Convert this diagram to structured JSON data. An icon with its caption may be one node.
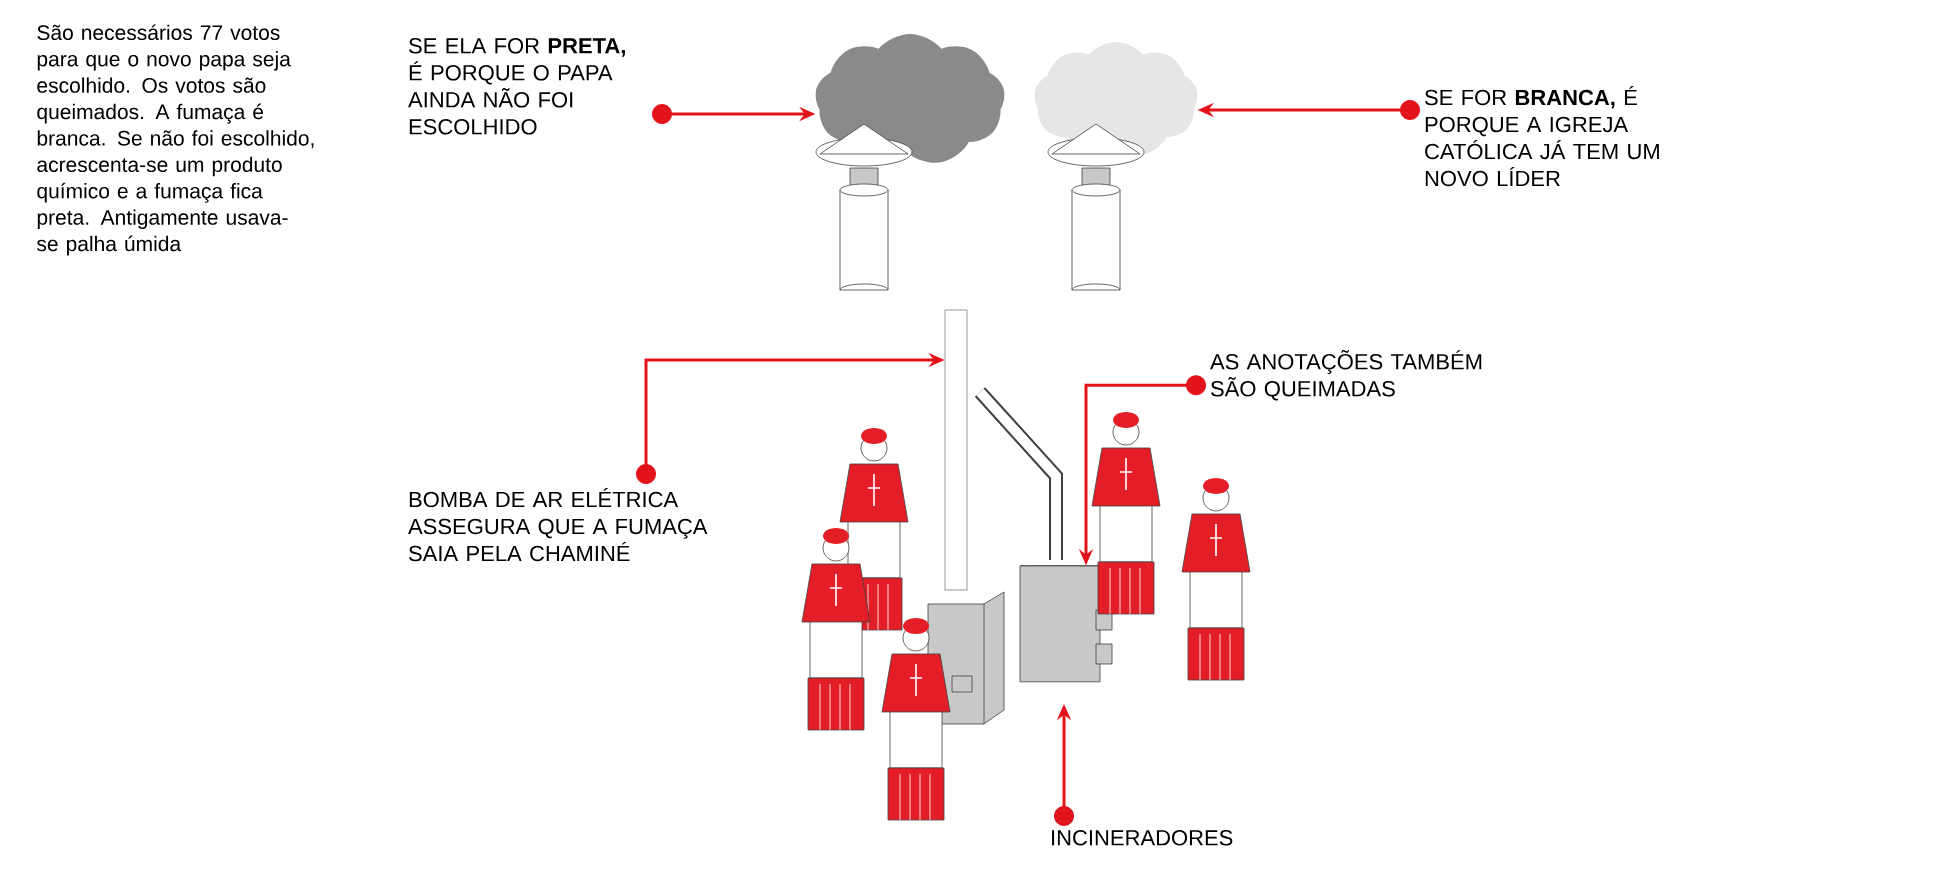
{
  "diagram": {
    "nodes": [
      {
        "text": [
          "SE ELA FOR **PRETA,** É PORQUE O PAPA AINDA NÃO FOI ESCOLHIDO"
        ]
      },
      {
        "text": [],
        "shape": "cloud"
      },
      {
        "text": [
          "SE FOR **BRANCA,** É PORQUE A IGREJA CATÓLICA JÁ TEM UM NOVO LÍDER"
        ]
      },
      {
        "text": [],
        "shape": "cloud"
      },
      {
        "text": [
          "BOMBA DE AR ELÉTRICA ASSEGURA QUE A FUMAÇA SAIA PELA CHAMINÉ"
        ]
      },
      {
        "text": [],
        "shape": "box"
      },
      {
        "text": [
          "AS ANOTAÇÕES TAMBÉM SÃO QUEIMADAS"
        ]
      },
      {
        "text": [],
        "shape": "cylinder"
      },
      {
        "text": [
          "INCINERADORES"
        ]
      }
    ],
    "edges": [
      {
        "from": 0,
        "to": 1,
        "arrow": "to"
      },
      {
        "from": 2,
        "to": 3,
        "arrow": "to"
      },
      {
        "from": 4,
        "to": 5,
        "arrow": "to"
      },
      {
        "from": 6,
        "to": 7,
        "arrow": "to"
      },
      {
        "from": 8,
        "to": null,
        "arrow": "to"
      }
    ],
    "labels": [
      "São necessários 77 votos para que o novo papa seja escolhido. Os votos são queimados. A fumaça é branca. Se não foi escolhido, acrescenta-se um produto químico e a fumaça fica preta. Antigamente usava-se palha úmida"
    ]
  }
}
